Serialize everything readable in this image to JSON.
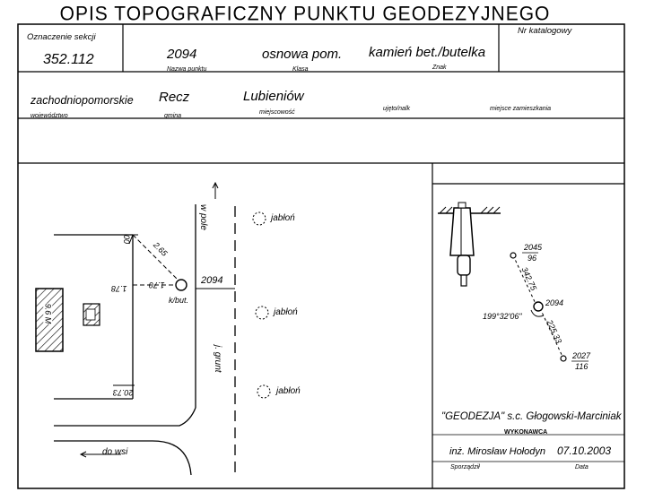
{
  "title": "OPIS TOPOGRAFICZNY PUNKTU GEODEZYJNEGO",
  "header": {
    "section_label": "Oznaczenie sekcji",
    "section_value": "352.112",
    "catalog_label": "Nr katalogowy",
    "point_name_value": "2094",
    "point_name_label": "Nazwa punktu",
    "class_value": "osnowa pom.",
    "class_label": "Klasa",
    "sign_value": "kamień bet./butelka",
    "sign_label": "Znak",
    "voivodeship_value": "zachodniopomorskie",
    "voivodeship_label": "województwo",
    "commune_value": "Recz",
    "commune_label": "gmina",
    "locality_value": "Lubieniów",
    "locality_label": "miejscowość",
    "placed_by_label": "ujęto/nalk",
    "residence_label": "miejsce zamieszkania"
  },
  "sketch": {
    "to_field": "w pole",
    "tree_1": "jabłoń",
    "tree_2": "jabłoń",
    "tree_3": "jabłoń",
    "point_number": "2094",
    "point_marker": "k/but.",
    "measure_1": "2.65",
    "measure_2": "1.70",
    "measure_3": "1.78",
    "measure_4": "00",
    "measure_5": "20.73",
    "building_label": "9.6 M",
    "dirt_road": "j. grunt",
    "to_village": "do wsi"
  },
  "diagram": {
    "north_point": "2045",
    "north_point_sub": "96",
    "center_point": "2094",
    "south_point": "2027",
    "south_point_sub": "116",
    "dist_north": "342.75",
    "dist_south": "225.33",
    "angle": "199°32'06\""
  },
  "footer": {
    "company": "\"GEODEZJA\" s.c. Głogowski-Marciniak",
    "company_label": "WYKONAWCA",
    "surveyor": "inż. Mirosław Hołodyn",
    "surveyor_label": "Sporządził",
    "date": "07.10.2003",
    "date_label": "Data"
  }
}
